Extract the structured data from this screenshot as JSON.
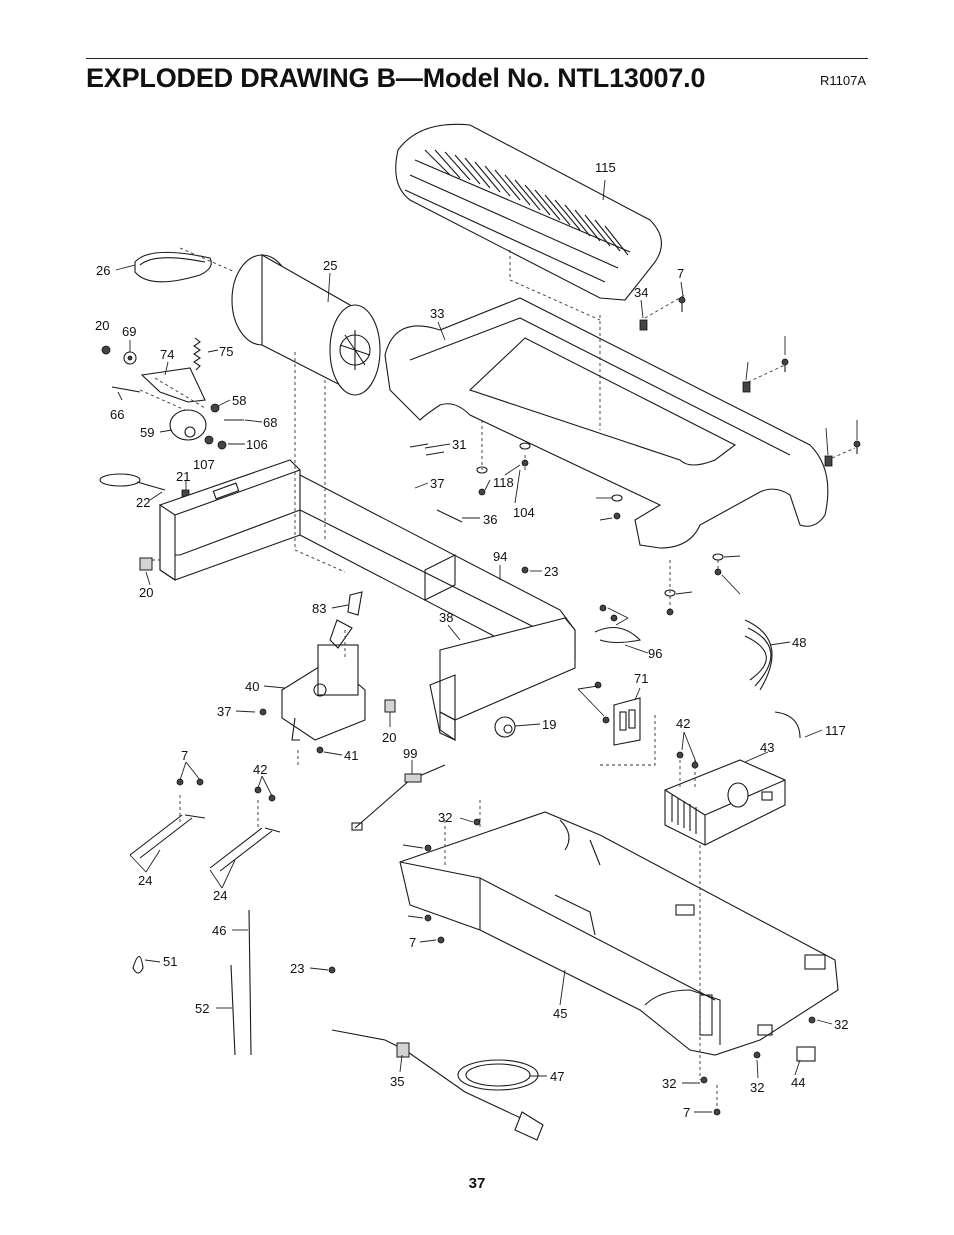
{
  "header": {
    "title": "EXPLODED DRAWING B—Model No. NTL13007.0",
    "drawing_code": "R1107A"
  },
  "footer": {
    "page_number": "37"
  },
  "callouts": [
    "115",
    "7",
    "34",
    "33",
    "26",
    "25",
    "20",
    "69",
    "74",
    "75",
    "66",
    "58",
    "68",
    "59",
    "106",
    "107",
    "31",
    "21",
    "22",
    "37",
    "118",
    "104",
    "36",
    "20",
    "94",
    "23",
    "83",
    "38",
    "96",
    "48",
    "40",
    "37",
    "71",
    "42",
    "117",
    "43",
    "19",
    "41",
    "20",
    "99",
    "7",
    "42",
    "32",
    "24",
    "24",
    "46",
    "51",
    "23",
    "52",
    "35",
    "47",
    "45",
    "32",
    "7",
    "32",
    "44",
    "32",
    "7"
  ]
}
